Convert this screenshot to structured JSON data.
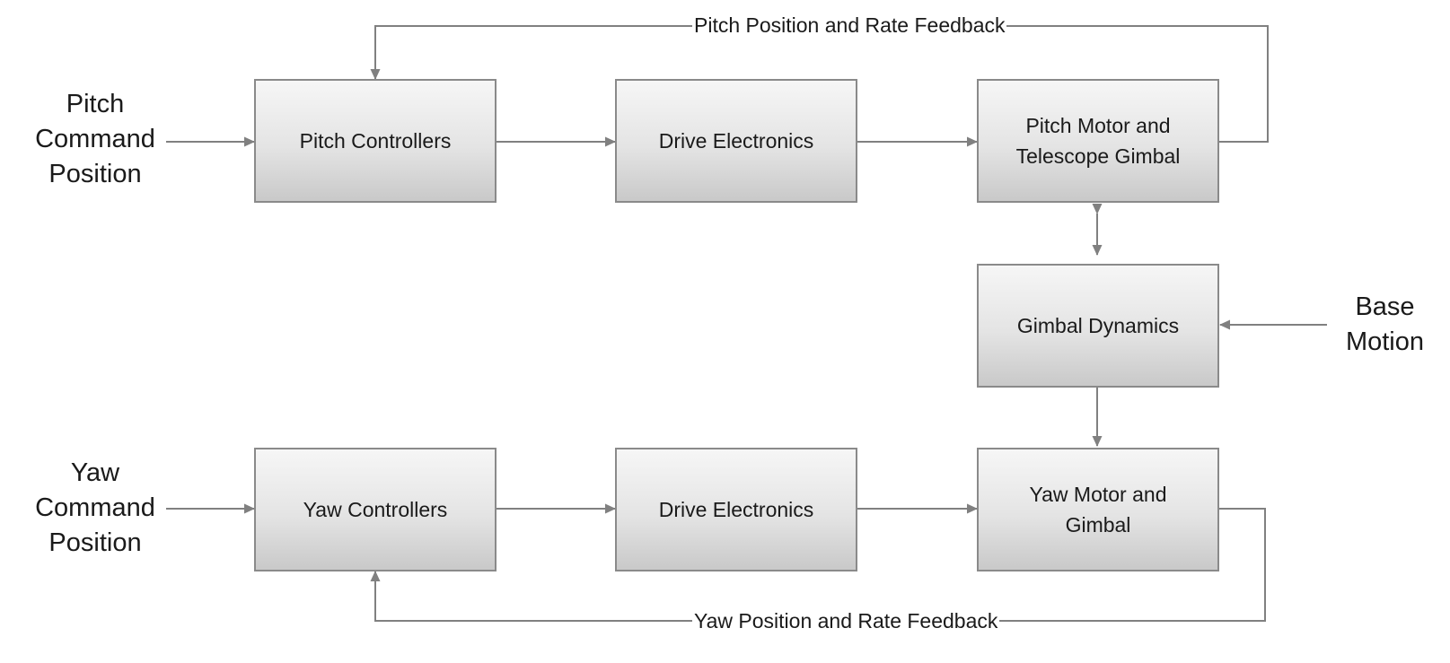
{
  "inputs": {
    "pitch": [
      "Pitch",
      "Command",
      "Position"
    ],
    "yaw": [
      "Yaw",
      "Command",
      "Position"
    ],
    "base": [
      "Base",
      "Motion"
    ]
  },
  "blocks": {
    "pitch_controllers": [
      "Pitch Controllers"
    ],
    "pitch_drive": [
      "Drive Electronics"
    ],
    "pitch_motor": [
      "Pitch Motor and",
      "Telescope Gimbal"
    ],
    "gimbal_dynamics": [
      "Gimbal Dynamics"
    ],
    "yaw_controllers": [
      "Yaw Controllers"
    ],
    "yaw_drive": [
      "Drive Electronics"
    ],
    "yaw_motor": [
      "Yaw Motor and",
      "Gimbal"
    ]
  },
  "feedback": {
    "pitch": "Pitch Position and Rate Feedback",
    "yaw": "Yaw Position and Rate Feedback"
  },
  "colors": {
    "line": "#808080",
    "block_border": "#8a8a8a",
    "text": "#1a1a1a"
  }
}
